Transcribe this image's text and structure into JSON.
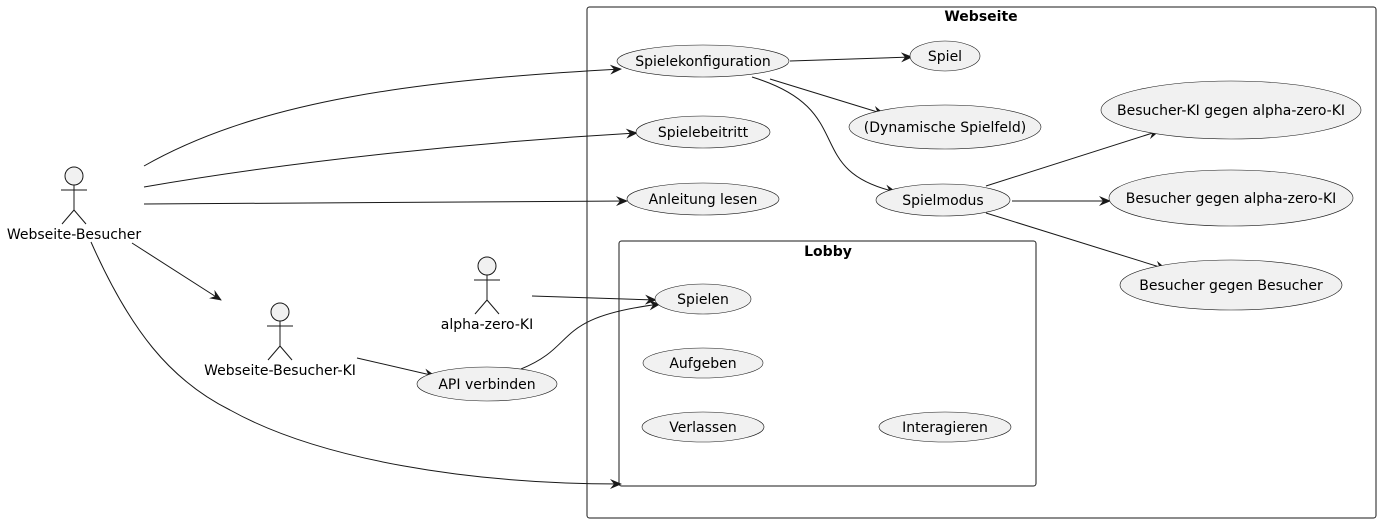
{
  "boundaries": {
    "webseite": "Webseite",
    "lobby": "Lobby"
  },
  "actors": {
    "besucher": "Webseite-Besucher",
    "besucher_ki": "Webseite-Besucher-KI",
    "alpha_zero": "alpha-zero-KI"
  },
  "usecases": {
    "spielekonfiguration": "Spielekonfiguration",
    "spiel": "Spiel",
    "dynamisch": "(Dynamische Spielfeld)",
    "spielebeitritt": "Spielebeitritt",
    "anleitung": "Anleitung lesen",
    "spielmodus": "Spielmodus",
    "ki_vs_alpha": "Besucher-KI gegen alpha-zero-KI",
    "besucher_vs_alpha": "Besucher gegen alpha-zero-KI",
    "besucher_vs_besucher": "Besucher gegen Besucher",
    "spielen": "Spielen",
    "aufgeben": "Aufgeben",
    "verlassen": "Verlassen",
    "interagieren": "Interagieren",
    "api": "API verbinden"
  },
  "colors": {
    "usecase_fill": "#f1f1f1",
    "stroke": "#181818"
  }
}
